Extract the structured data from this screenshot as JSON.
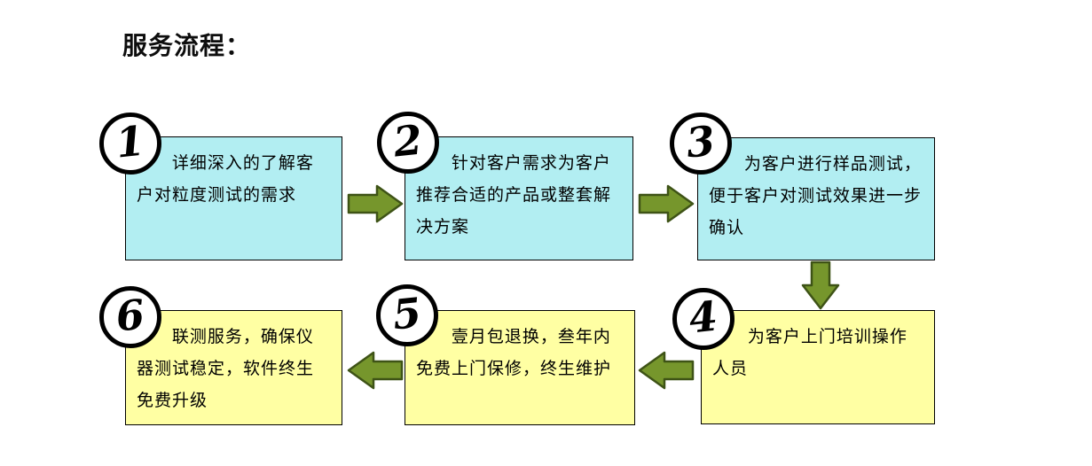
{
  "title": "服务流程：",
  "colors": {
    "box_cyan": "#b2eef2",
    "box_yellow": "#ffffa3",
    "arrow_fill": "#76962c",
    "arrow_outline": "#3e5316",
    "box_border": "#000000",
    "text": "#000000"
  },
  "steps": [
    {
      "number": "1",
      "text": "详细深入的了解客户对粒度测试的需求"
    },
    {
      "number": "2",
      "text": "针对客户需求为客户推荐合适的产品或整套解决方案"
    },
    {
      "number": "3",
      "text": "为客户进行样品测试，便于客户对测试效果进一步确认"
    },
    {
      "number": "4",
      "text": "为客户上门培训操作人员"
    },
    {
      "number": "5",
      "text": "壹月包退换，叁年内免费上门保修，终生维护"
    },
    {
      "number": "6",
      "text": "联测服务，确保仪器测试稳定，软件终生免费升级"
    }
  ]
}
